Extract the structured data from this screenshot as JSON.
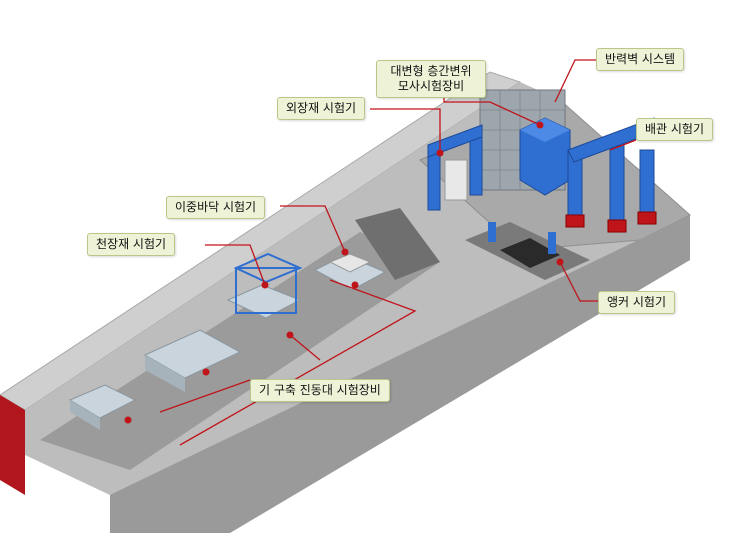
{
  "labels": {
    "daebyeon": "대변형 층간변위 모사시험장비",
    "bannyeok": "반력벽 시스템",
    "oejang": "외장재 시험기",
    "baegwan": "배관 시험기",
    "ijung": "이중바닥 시험기",
    "cheonjang": "천장재 시험기",
    "gi": "기 구축 진동대 시험장비",
    "aengkeo": "앵커 시험기"
  },
  "colors": {
    "accent_red": "#c0141b",
    "steel_blue": "#2f6fd1",
    "callout_bg": "#eef3d8"
  }
}
